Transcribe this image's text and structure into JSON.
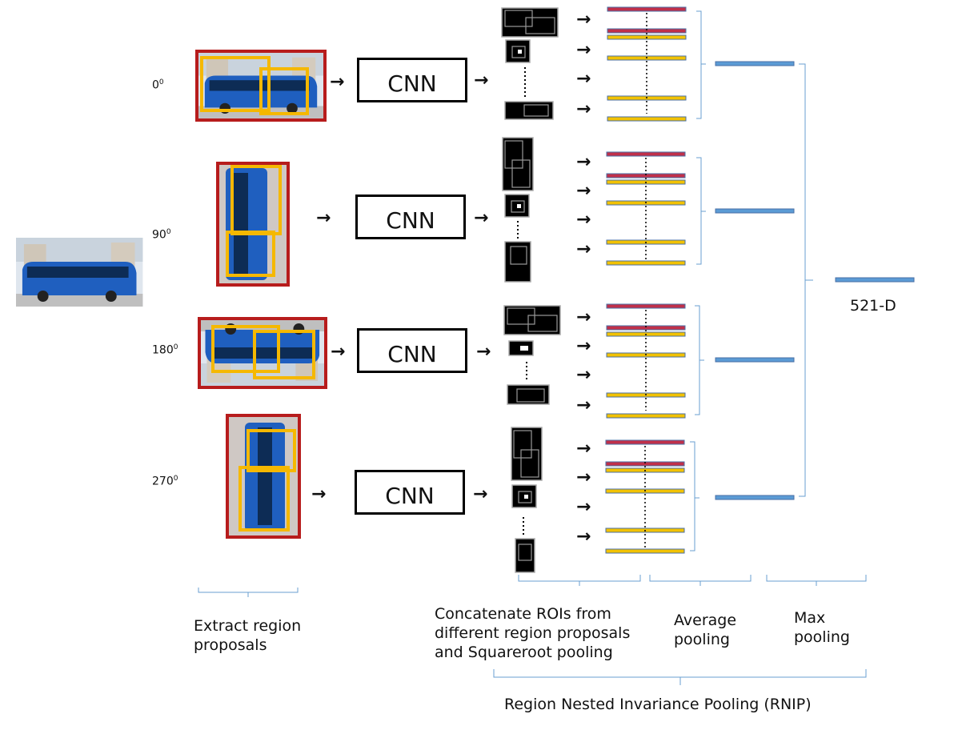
{
  "rotations": [
    {
      "angle": "0",
      "unit": "0"
    },
    {
      "angle": "90",
      "unit": "0"
    },
    {
      "angle": "180",
      "unit": "0"
    },
    {
      "angle": "270",
      "unit": "0"
    }
  ],
  "cnn_label": "CNN",
  "output_dim": "521-D",
  "labels": {
    "extract_1": "Extract region",
    "extract_2": "proposals",
    "concat_1": "Concatenate ROIs from",
    "concat_2": "different region proposals",
    "concat_3": "and Squareroot pooling",
    "avg_1": "Average",
    "avg_2": "pooling",
    "max_1": "Max",
    "max_2": "pooling",
    "rnip": "Region Nested Invariance Pooling (RNIP)"
  },
  "colors": {
    "proposal_frame": "#b71c1c",
    "proposal_box": "#f5b800",
    "bus_blue": "#1f5fbf",
    "feature_blue": "#5b9bd5",
    "feature_red": "#c0304a",
    "feature_yellow": "#f2c200",
    "brace": "#6a9fd0"
  },
  "arrow_glyph": "→"
}
